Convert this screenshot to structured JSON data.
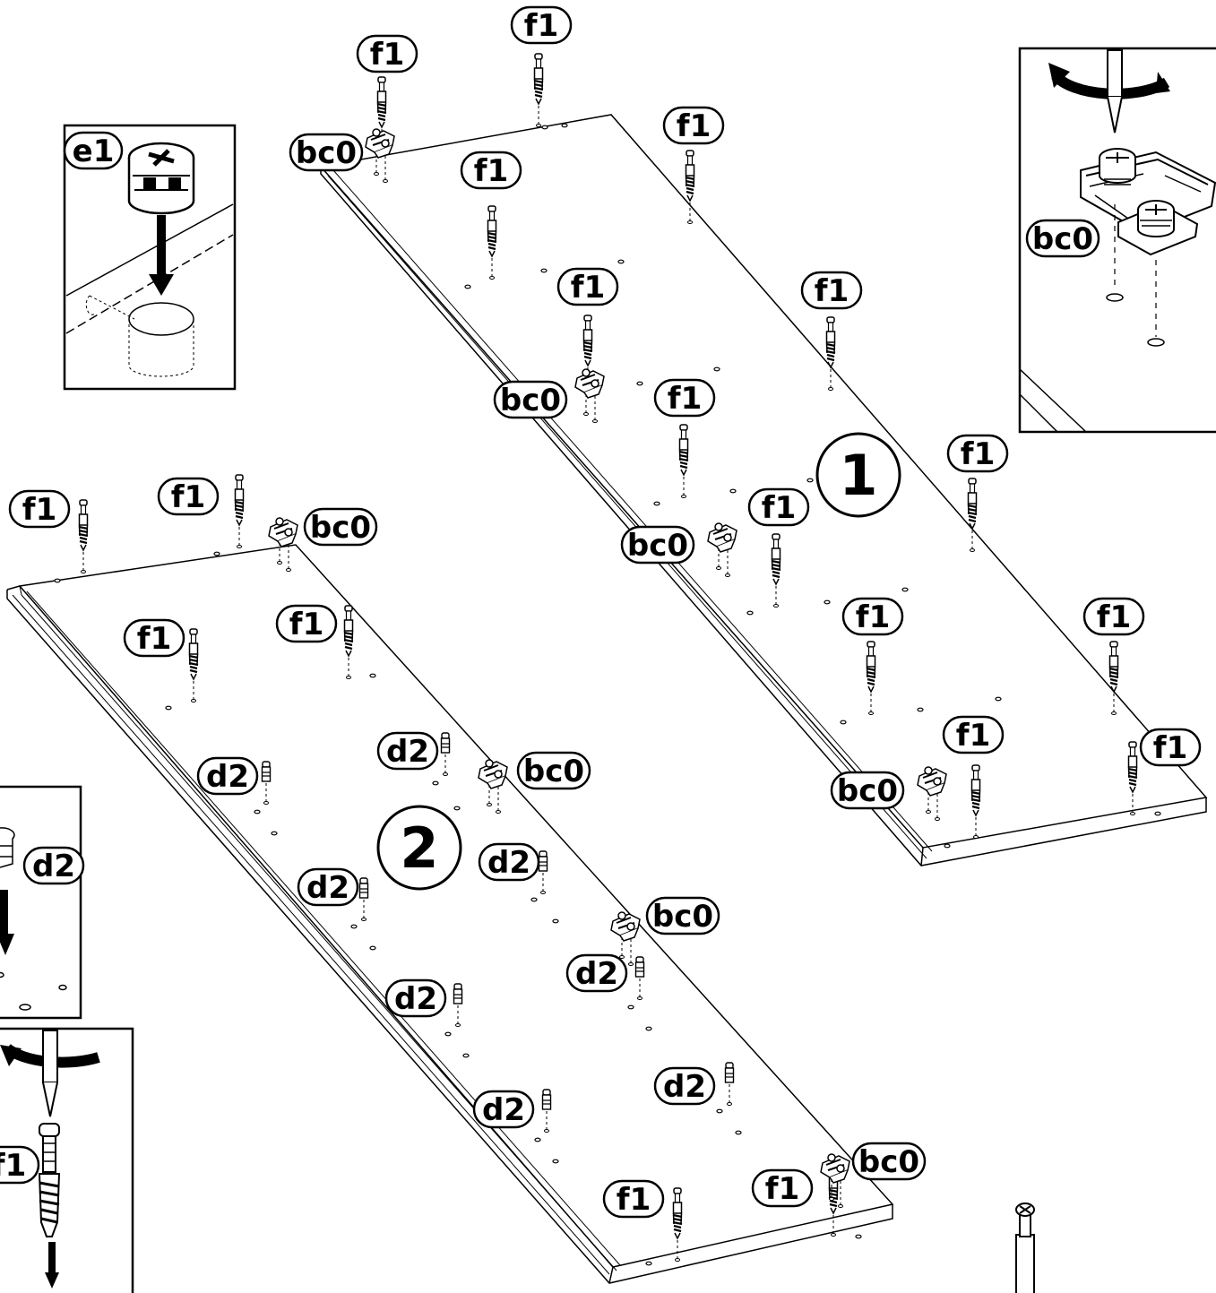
{
  "diagram": {
    "panels": [
      {
        "id": "panel-1",
        "number": "1"
      },
      {
        "id": "panel-2",
        "number": "2"
      }
    ],
    "part_labels": {
      "cam_lock": "f1",
      "hinge_plate": "bc0",
      "dowel": "d2",
      "cam_housing": "e1"
    },
    "colors": {
      "line": "#000000",
      "background": "#ffffff"
    }
  }
}
